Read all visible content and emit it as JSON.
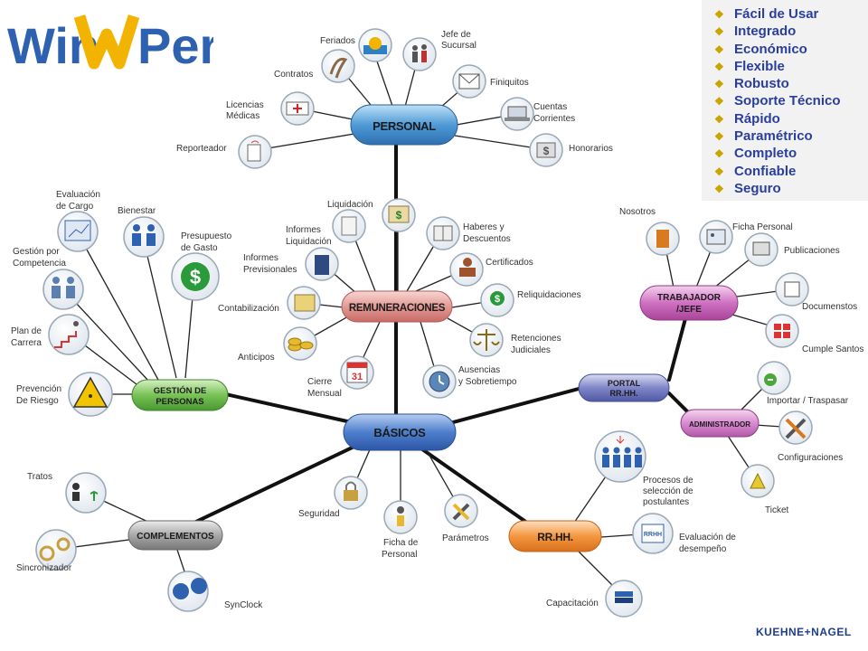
{
  "logo": {
    "text": "WinPer",
    "part1": "Win",
    "part2": "Per",
    "accent_letter_color": "#f2b400",
    "text_color": "#2e62b0"
  },
  "features": [
    "Fácil de Usar",
    "Integrado",
    "Económico",
    "Flexible",
    "Robusto",
    "Soporte Técnico",
    "Rápido",
    "Paramétrico",
    "Completo",
    "Confiable",
    "Seguro"
  ],
  "hubs": {
    "personal": "PERSONAL",
    "remuneraciones": "REMUNERACIONES",
    "basicos": "BÁSICOS",
    "gestion": [
      "GESTIÓN DE",
      "PERSONAS"
    ],
    "complementos": "COMPLEMENTOS",
    "rrhh": "RR.HH.",
    "portal": [
      "PORTAL",
      "RR.HH."
    ],
    "trabajador": [
      "TRABAJADOR",
      "/JEFE"
    ],
    "administrador": "ADMINISTRADOR"
  },
  "labels": {
    "feriados": "Feriados",
    "jefe": [
      "Jefe de",
      "Sucursal"
    ],
    "contratos": "Contratos",
    "finiquitos": "Finiquitos",
    "licencias": [
      "Licencias",
      "Médicas"
    ],
    "cuentas": [
      "Cuentas",
      "Corrientes"
    ],
    "reporteador": "Reporteador",
    "honorarios": "Honorarios",
    "liquidacion": "Liquidación",
    "informes_liq": [
      "Informes",
      "Liquidación"
    ],
    "haberes": [
      "Haberes y",
      "Descuentos"
    ],
    "informes_prev": [
      "Informes",
      "Previsionales"
    ],
    "certificados": "Certificados",
    "reliquidaciones": "Reliquidaciones",
    "contabilizacion": "Contabilización",
    "retenciones": [
      "Retenciones",
      "Judiciales"
    ],
    "anticipos": "Anticipos",
    "ausencias": [
      "Ausencias",
      "y Sobretiempo"
    ],
    "cierre": [
      "Cierre",
      "Mensual"
    ],
    "evaluacion_cargo": [
      "Evaluación",
      "de Cargo"
    ],
    "bienestar": "Bienestar",
    "presupuesto": [
      "Presupuesto",
      "de Gasto"
    ],
    "gestion_comp": [
      "Gestión por",
      "Competencia"
    ],
    "plan": [
      "Plan de",
      "Carrera"
    ],
    "prevencion": [
      "Prevención",
      "De Riesgo"
    ],
    "tratos": "Tratos",
    "sincronizador": "Sincronizador",
    "synclock": "SynClock",
    "seguridad": "Seguridad",
    "ficha_personal": [
      "Ficha de",
      "Personal"
    ],
    "parametros": "Parámetros",
    "procesos": [
      "Procesos de",
      "selección de",
      "postulantes"
    ],
    "evaluacion_desemp": [
      "Evaluación de",
      "desempeño"
    ],
    "capacitacion": "Capacitación",
    "nosotros": "Nosotros",
    "ficha_personal2": "Ficha Personal",
    "publicaciones": "Publicaciones",
    "documentos": "Documenstos",
    "cumple": "Cumple Santos",
    "importar": "Importar / Traspasar",
    "configuraciones": "Configuraciones",
    "ticket": "Ticket"
  },
  "icon_glyphs": {
    "calendar": "31",
    "dollar": "$",
    "rrhh": "RRHH"
  },
  "brand": "KUEHNE+NAGEL",
  "colors": {
    "personal": "#3b86c8",
    "remuneraciones": "#e08a8a",
    "basicos": "#3f6fc0",
    "gestion": "#64b04a",
    "complementos": "#8d8d8d",
    "rrhh": "#f28a2c",
    "portal": "#6670b8",
    "trabajador": "#c25ab3",
    "feature_text": "#2a3f9d",
    "bullet": "#c9a400"
  }
}
